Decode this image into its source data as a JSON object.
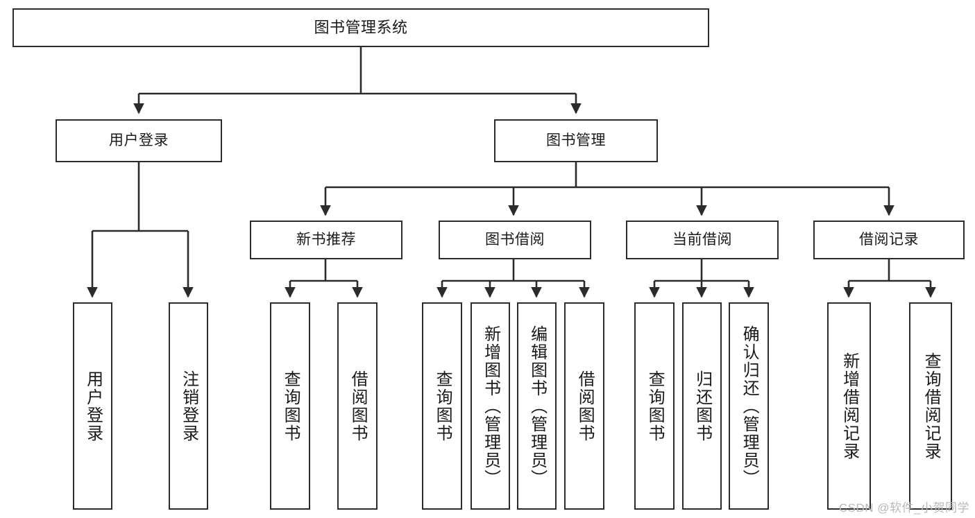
{
  "diagram": {
    "title_node": {
      "id": "root",
      "label": "图书管理系统"
    },
    "level2": [
      {
        "id": "login",
        "label": "用户登录"
      },
      {
        "id": "bookmgmt",
        "label": "图书管理"
      }
    ],
    "level3": [
      {
        "id": "newbook",
        "label": "新书推荐"
      },
      {
        "id": "borrow",
        "label": "图书借阅"
      },
      {
        "id": "current",
        "label": "当前借阅"
      },
      {
        "id": "records",
        "label": "借阅记录"
      }
    ],
    "leaves": {
      "login": [
        {
          "id": "user-login",
          "label": "用户登录"
        },
        {
          "id": "user-logout",
          "label": "注销登录"
        }
      ],
      "newbook": [
        {
          "id": "query-book-1",
          "label": "查询图书"
        },
        {
          "id": "borrow-book-1",
          "label": "借阅图书"
        }
      ],
      "borrow": [
        {
          "id": "query-book-2",
          "label": "查询图书"
        },
        {
          "id": "add-book",
          "label": "新增图书（管理员）"
        },
        {
          "id": "edit-book",
          "label": "编辑图书（管理员）"
        },
        {
          "id": "borrow-book-2",
          "label": "借阅图书"
        }
      ],
      "current": [
        {
          "id": "query-book-3",
          "label": "查询图书"
        },
        {
          "id": "return-book",
          "label": "归还图书"
        },
        {
          "id": "confirm-return",
          "label": "确认归还（管理员）"
        }
      ],
      "records": [
        {
          "id": "add-record",
          "label": "新增借阅记录"
        },
        {
          "id": "query-record",
          "label": "查询借阅记录"
        }
      ]
    }
  },
  "watermark": {
    "text": "CSDN @软件_小贺同学"
  },
  "colors": {
    "stroke": "#2b2b2b",
    "background": "#ffffff",
    "text": "#1a1a1a",
    "watermark": "#b8b8b8"
  }
}
